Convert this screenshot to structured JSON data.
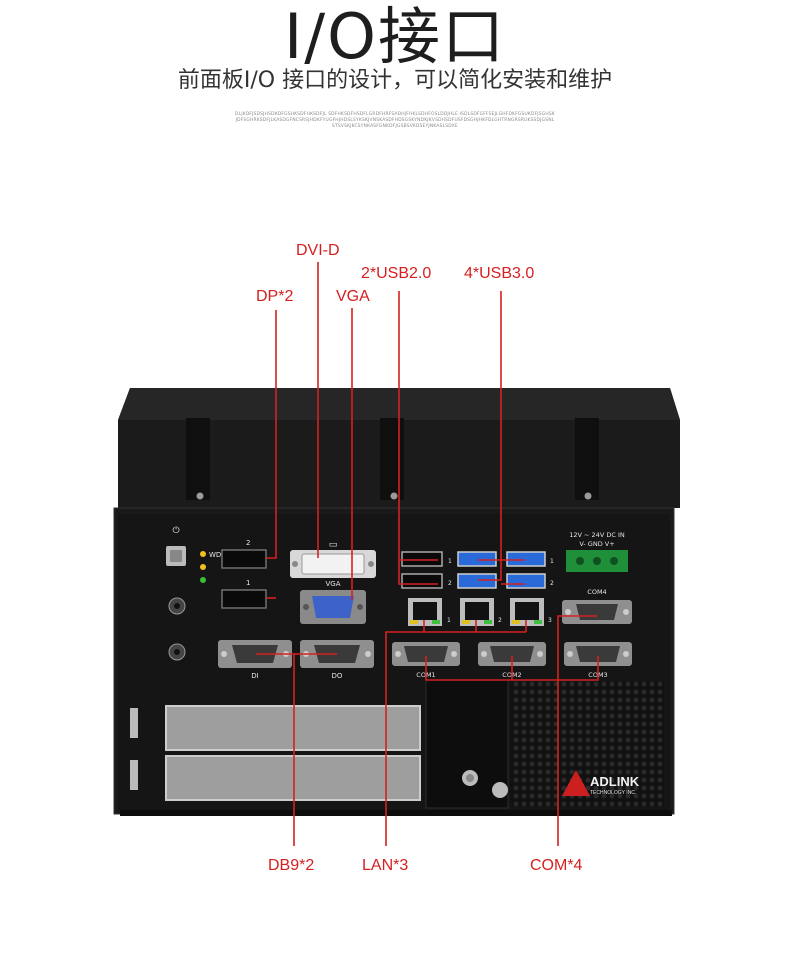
{
  "header": {
    "title": "I/O接口",
    "subtitle": "前面板I/O 接口的设计，可以简化安装和维护",
    "fine_print": "DLJKDFJSDSJHSDKDFGSHKSDFHKSDFJL SDFHKSDFHSDFLGRDFHRFSADHJFHKLSDHFOSLDDJHLE ISDLSDFGFFSEJLGHFDKFGSUKDFJSGHSKJDFSGHRKSDFJLKASDGFNCSRSJHDKFYUGFHJHDSLSYKSKJVNSKASDFHDSGSKYNDKJKVSDHSDFUSFDSGHJHKFDLGHTRNGRSRUKSSDJGSNLSTSVSKJKCSYNKASFGNKDFJGSBSVKDSEYJNKASLSDXE"
  },
  "labels": {
    "dvi": "DVI-D",
    "dp": "DP*2",
    "vga": "VGA",
    "usb2": "2*USB2.0",
    "usb3": "4*USB3.0",
    "db9": "DB9*2",
    "lan": "LAN*3",
    "com": "COM*4"
  },
  "panel_text": {
    "dp_2": "2",
    "dp_1": "1",
    "wd": "WD",
    "vga": "VGA",
    "di": "DI",
    "do": "DO",
    "power_line1": "12V ~ 24V DC IN",
    "power_line2": "V-  GND  V+",
    "com4": "COM4",
    "com1": "COM1",
    "com2": "COM2",
    "com3": "COM3",
    "usb_port_1": "1",
    "usb_port_2": "2",
    "lan_1": "1",
    "lan_2": "2",
    "lan_3": "3",
    "brand": "ADLINK",
    "brand_sub": "TECHNOLOGY INC."
  },
  "colors": {
    "callout": "#d62020",
    "chassis": "#1c1c1c",
    "usb3_blue": "#2a6ad8",
    "terminal_green": "#1f8f3a"
  }
}
